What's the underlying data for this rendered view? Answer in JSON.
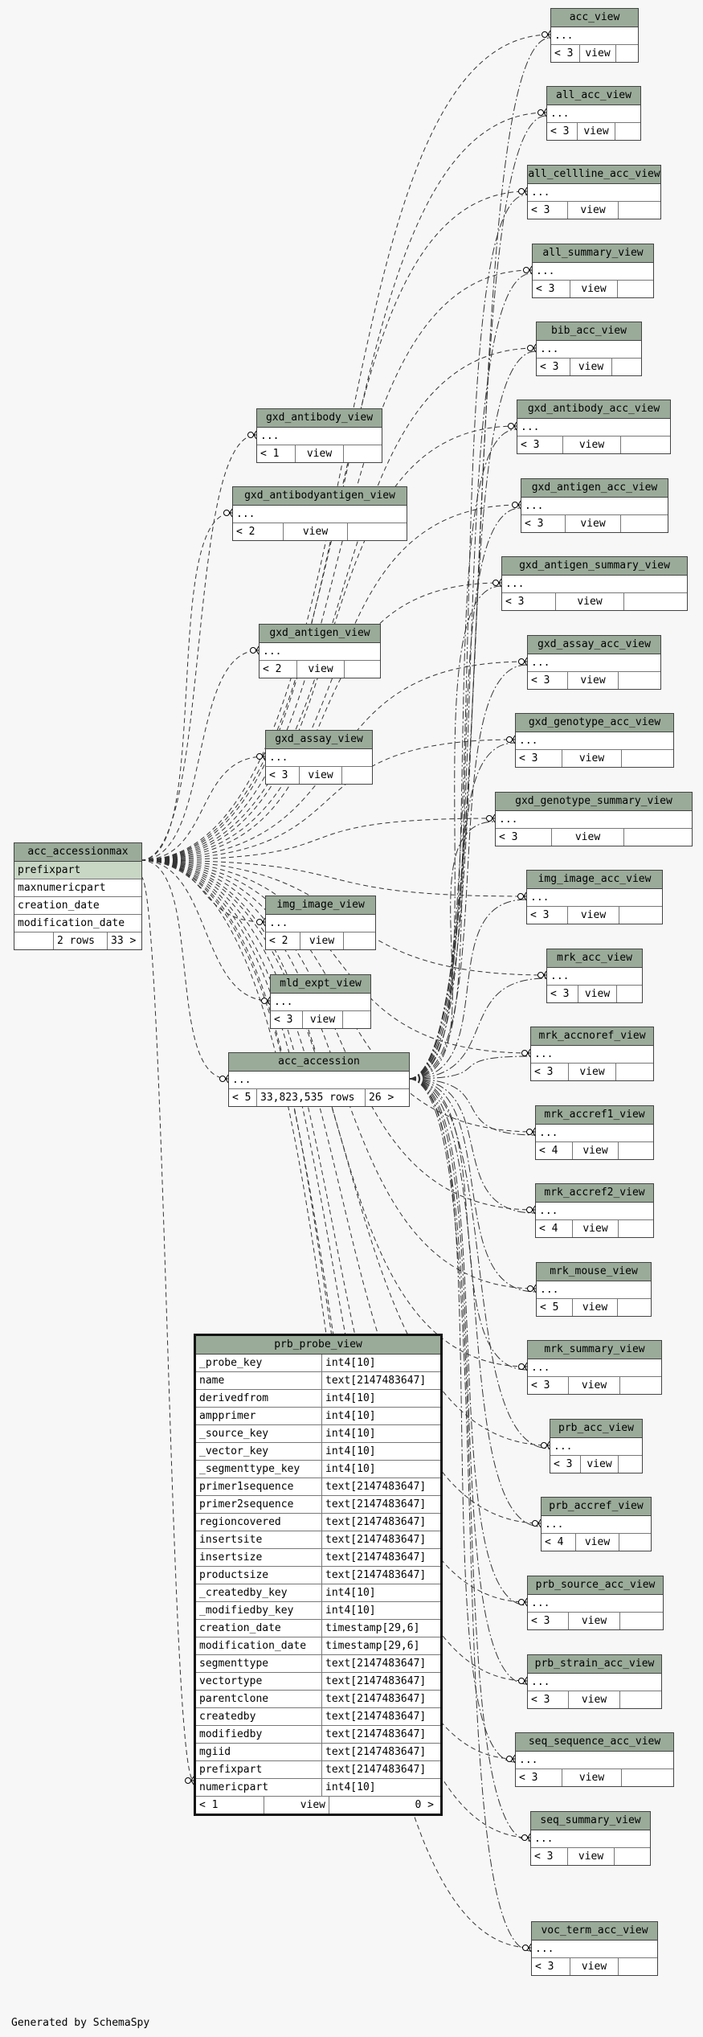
{
  "footer": "Generated by SchemaSpy",
  "colors": {
    "header": "#9aab99",
    "highlight": "#c8d6c4",
    "line": "#333333"
  },
  "hub": {
    "name": "acc_accessionmax",
    "columns": [
      "prefixpart",
      "maxnumericpart",
      "creation_date",
      "modification_date"
    ],
    "footer": [
      "",
      "2 rows",
      "33 >"
    ]
  },
  "center": {
    "name": "acc_accession",
    "columns": [
      "..."
    ],
    "footer": [
      "< 5",
      "33,823,535 rows",
      "26 >"
    ]
  },
  "probe": {
    "name": "prb_probe_view",
    "columns": [
      [
        "_probe_key",
        "int4[10]"
      ],
      [
        "name",
        "text[2147483647]"
      ],
      [
        "derivedfrom",
        "int4[10]"
      ],
      [
        "ampprimer",
        "int4[10]"
      ],
      [
        "_source_key",
        "int4[10]"
      ],
      [
        "_vector_key",
        "int4[10]"
      ],
      [
        "_segmenttype_key",
        "int4[10]"
      ],
      [
        "primer1sequence",
        "text[2147483647]"
      ],
      [
        "primer2sequence",
        "text[2147483647]"
      ],
      [
        "regioncovered",
        "text[2147483647]"
      ],
      [
        "insertsite",
        "text[2147483647]"
      ],
      [
        "insertsize",
        "text[2147483647]"
      ],
      [
        "productsize",
        "text[2147483647]"
      ],
      [
        "_createdby_key",
        "int4[10]"
      ],
      [
        "_modifiedby_key",
        "int4[10]"
      ],
      [
        "creation_date",
        "timestamp[29,6]"
      ],
      [
        "modification_date",
        "timestamp[29,6]"
      ],
      [
        "segmenttype",
        "text[2147483647]"
      ],
      [
        "vectortype",
        "text[2147483647]"
      ],
      [
        "parentclone",
        "text[2147483647]"
      ],
      [
        "createdby",
        "text[2147483647]"
      ],
      [
        "modifiedby",
        "text[2147483647]"
      ],
      [
        "mgiid",
        "text[2147483647]"
      ],
      [
        "prefixpart",
        "text[2147483647]"
      ],
      [
        "numericpart",
        "int4[10]"
      ]
    ],
    "footer": [
      "< 1",
      "view",
      "0 >"
    ]
  },
  "views_left": [
    {
      "name": "gxd_antibody_view",
      "row": "...",
      "parents": "< 1",
      "type": "view"
    },
    {
      "name": "gxd_antibodyantigen_view",
      "row": "...",
      "parents": "< 2",
      "type": "view"
    },
    {
      "name": "gxd_antigen_view",
      "row": "...",
      "parents": "< 2",
      "type": "view"
    },
    {
      "name": "gxd_assay_view",
      "row": "...",
      "parents": "< 3",
      "type": "view"
    },
    {
      "name": "img_image_view",
      "row": "...",
      "parents": "< 2",
      "type": "view"
    },
    {
      "name": "mld_expt_view",
      "row": "...",
      "parents": "< 3",
      "type": "view"
    }
  ],
  "views_right": [
    {
      "name": "acc_view",
      "row": "...",
      "parents": "< 3",
      "type": "view"
    },
    {
      "name": "all_acc_view",
      "row": "...",
      "parents": "< 3",
      "type": "view"
    },
    {
      "name": "all_cellline_acc_view",
      "row": "...",
      "parents": "< 3",
      "type": "view"
    },
    {
      "name": "all_summary_view",
      "row": "...",
      "parents": "< 3",
      "type": "view"
    },
    {
      "name": "bib_acc_view",
      "row": "...",
      "parents": "< 3",
      "type": "view"
    },
    {
      "name": "gxd_antibody_acc_view",
      "row": "...",
      "parents": "< 3",
      "type": "view"
    },
    {
      "name": "gxd_antigen_acc_view",
      "row": "...",
      "parents": "< 3",
      "type": "view"
    },
    {
      "name": "gxd_antigen_summary_view",
      "row": "...",
      "parents": "< 3",
      "type": "view"
    },
    {
      "name": "gxd_assay_acc_view",
      "row": "...",
      "parents": "< 3",
      "type": "view"
    },
    {
      "name": "gxd_genotype_acc_view",
      "row": "...",
      "parents": "< 3",
      "type": "view"
    },
    {
      "name": "gxd_genotype_summary_view",
      "row": "...",
      "parents": "< 3",
      "type": "view"
    },
    {
      "name": "img_image_acc_view",
      "row": "...",
      "parents": "< 3",
      "type": "view"
    },
    {
      "name": "mrk_acc_view",
      "row": "...",
      "parents": "< 3",
      "type": "view"
    },
    {
      "name": "mrk_accnoref_view",
      "row": "...",
      "parents": "< 3",
      "type": "view"
    },
    {
      "name": "mrk_accref1_view",
      "row": "...",
      "parents": "< 4",
      "type": "view"
    },
    {
      "name": "mrk_accref2_view",
      "row": "...",
      "parents": "< 4",
      "type": "view"
    },
    {
      "name": "mrk_mouse_view",
      "row": "...",
      "parents": "< 5",
      "type": "view"
    },
    {
      "name": "mrk_summary_view",
      "row": "...",
      "parents": "< 3",
      "type": "view"
    },
    {
      "name": "prb_acc_view",
      "row": "...",
      "parents": "< 3",
      "type": "view"
    },
    {
      "name": "prb_accref_view",
      "row": "...",
      "parents": "< 4",
      "type": "view"
    },
    {
      "name": "prb_source_acc_view",
      "row": "...",
      "parents": "< 3",
      "type": "view"
    },
    {
      "name": "prb_strain_acc_view",
      "row": "...",
      "parents": "< 3",
      "type": "view"
    },
    {
      "name": "seq_sequence_acc_view",
      "row": "...",
      "parents": "< 3",
      "type": "view"
    },
    {
      "name": "seq_summary_view",
      "row": "...",
      "parents": "< 3",
      "type": "view"
    },
    {
      "name": "voc_term_acc_view",
      "row": "...",
      "parents": "< 3",
      "type": "view"
    }
  ]
}
